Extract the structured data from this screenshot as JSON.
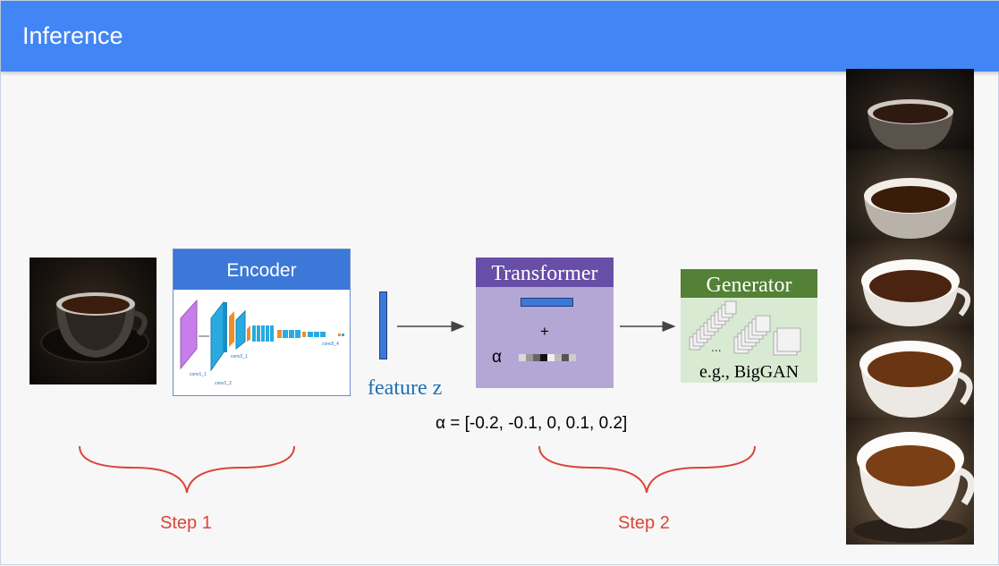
{
  "header": {
    "title": "Inference"
  },
  "encoder": {
    "title": "Encoder",
    "layer_labels": [
      "conv1_1",
      "conv1_2",
      "conv2_1",
      "conv5_4"
    ]
  },
  "feature_label": "feature z",
  "transformer": {
    "title": "Transformer",
    "plus": "+",
    "alpha_symbol": "α"
  },
  "generator": {
    "title": "Generator",
    "dots": "...",
    "caption": "e.g., BigGAN"
  },
  "alpha_values": "α = [-0.2, -0.1, 0, 0.1, 0.2]",
  "steps": {
    "step1": "Step 1",
    "step2": "Step 2"
  },
  "colors": {
    "header": "#4285f4",
    "encoder": "#3c78d8",
    "transformer": "#674ea7",
    "generator": "#538135",
    "step": "#db4437"
  }
}
